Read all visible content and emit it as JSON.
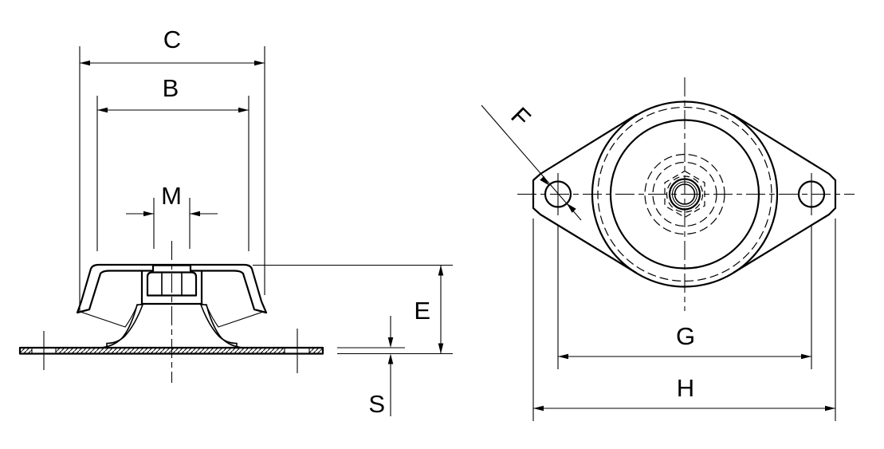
{
  "colors": {
    "background": "#ffffff",
    "line": "#000000"
  },
  "views": {
    "side": {
      "title": "side-section-view",
      "dim_labels": {
        "C": "C",
        "B": "B",
        "M": "M",
        "E": "E",
        "S": "S"
      }
    },
    "top": {
      "title": "top-view",
      "dim_labels": {
        "F": "F",
        "G": "G",
        "H": "H"
      }
    }
  }
}
